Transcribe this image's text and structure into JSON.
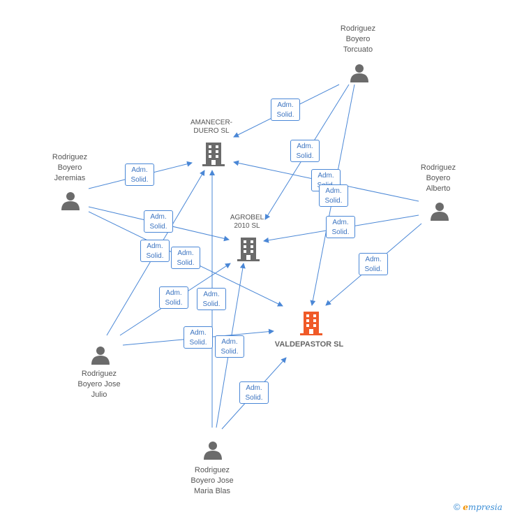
{
  "nodes": {
    "torcuato": {
      "label": "Rodriguez\nBoyero\nTorcuato"
    },
    "jeremias": {
      "label": "Rodriguez\nBoyero\nJeremias"
    },
    "alberto": {
      "label": "Rodriguez\nBoyero\nAlberto"
    },
    "jose_julio": {
      "label": "Rodriguez\nBoyero Jose\nJulio"
    },
    "jose_maria": {
      "label": "Rodriguez\nBoyero Jose\nMaria Blas"
    },
    "amanecer": {
      "label": "AMANECER-\nDUERO SL"
    },
    "agrobel": {
      "label": "AGROBEL\n2010 SL"
    },
    "valdepastor": {
      "label": "VALDEPASTOR SL"
    }
  },
  "badge": {
    "line1": "Adm.",
    "line2": "Solid."
  },
  "colors": {
    "edge": "#4a87d6",
    "person": "#6b6b6b",
    "company": "#6b6b6b",
    "main_company": "#f05a28"
  },
  "footer": {
    "copyright": "©",
    "brand_e": "e",
    "brand_rest": "mpresia"
  }
}
